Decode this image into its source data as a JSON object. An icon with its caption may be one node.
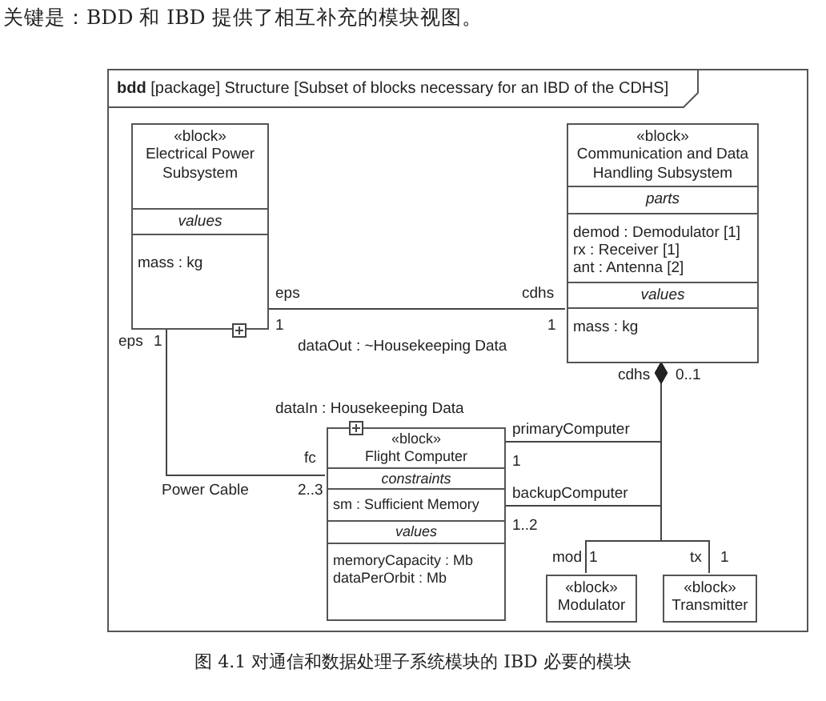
{
  "diagram": {
    "caption": "图 4.1 对通信和数据处理子系统模块的 IBD 必要的模块",
    "nodes": [
      {
        "text": [
          "**bdd** [package] Structure [Subset of blocks necessary for an IBD of the CDHS]"
        ]
      },
      {
        "text": [
          "«block»",
          "Electrical Power Subsystem",
          "values",
          "mass : kg"
        ],
        "in": 0
      },
      {
        "text": [
          "«block»",
          "Communication and Data Handling Subsystem",
          "parts",
          "demod : Demodulator [1]",
          "rx : Receiver [1]",
          "ant : Antenna [2]",
          "values",
          "mass : kg"
        ],
        "in": 0
      },
      {
        "text": [
          "«block»",
          "Flight Computer",
          "constraints",
          "sm : Sufficient Memory",
          "values",
          "memoryCapacity : Mb",
          "dataPerOrbit : Mb"
        ],
        "in": 0
      },
      {
        "text": [
          "«block»",
          "Modulator"
        ],
        "in": 0
      },
      {
        "text": [
          "«block»",
          "Transmitter"
        ],
        "in": 0
      }
    ],
    "edges": [
      {
        "from": 1,
        "to": 2,
        "arrow": "none"
      },
      {
        "from": 1,
        "to": 3,
        "arrow": "none",
        "label": "Power Cable"
      },
      {
        "from": 2,
        "to": 3,
        "arrow": "other"
      },
      {
        "from": 2,
        "to": 3,
        "arrow": "other"
      },
      {
        "from": 2,
        "to": 4,
        "arrow": "other"
      },
      {
        "from": 2,
        "to": 5,
        "arrow": "other"
      }
    ],
    "labels": [
      "关键是：BDD 和 IBD 提供了相互补充的模块视图。",
      "eps",
      "1",
      "cdhs",
      "1",
      "eps",
      "1",
      "dataOut : ~Housekeeping Data",
      "dataIn : Housekeeping Data",
      "fc",
      "2..3",
      "cdhs",
      "0..1",
      "primaryComputer",
      "1",
      "backupComputer",
      "1..2",
      "mod",
      "1",
      "tx",
      "1"
    ]
  }
}
